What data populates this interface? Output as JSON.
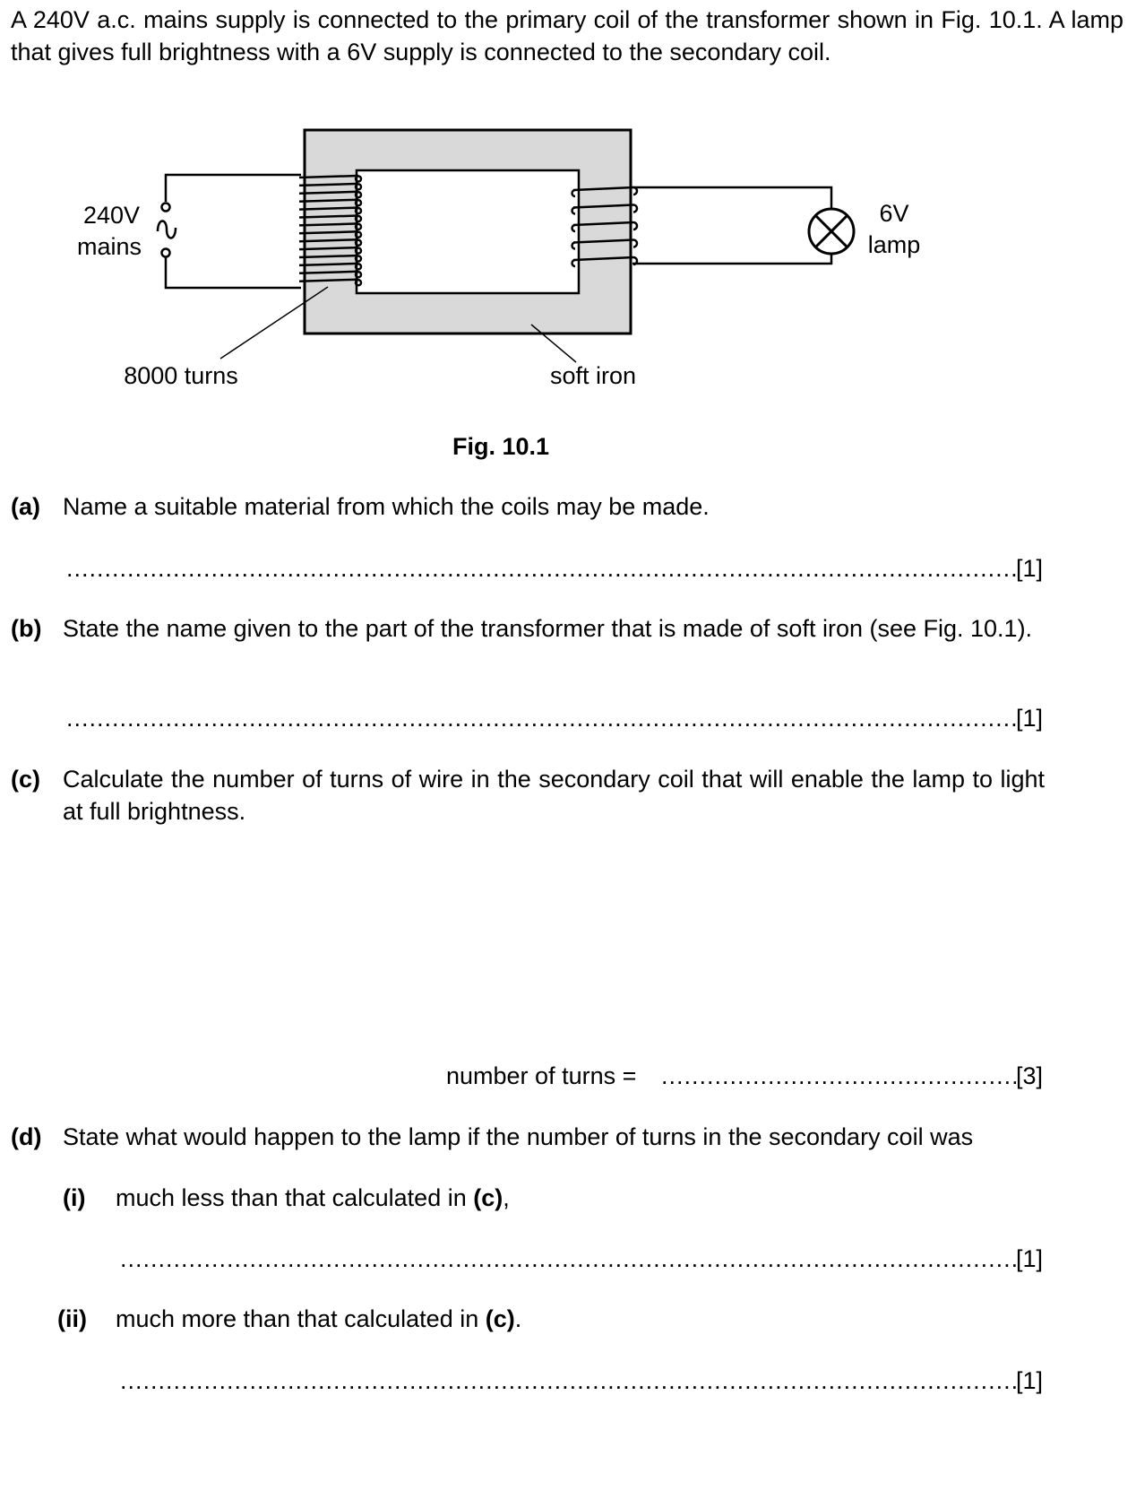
{
  "intro": "A 240V a.c. mains supply is connected to the primary coil of the transformer shown in Fig. 10.1. A lamp that gives full brightness with a 6V supply is connected to the secondary coil.",
  "figure": {
    "mains_voltage": "240V",
    "mains_word": "mains",
    "lamp_voltage": "6V",
    "lamp_word": "lamp",
    "turns_label": "8000 turns",
    "core_label": "soft iron",
    "caption": "Fig. 10.1",
    "core_color": "#d9d9d9"
  },
  "questions": {
    "a": {
      "label": "(a)",
      "text": "Name a suitable material from which the coils may be made.",
      "marks": "[1]"
    },
    "b": {
      "label": "(b)",
      "text": "State the name given to the part of the transformer that is made of soft iron (see Fig. 10.1).",
      "marks": "[1]"
    },
    "c": {
      "label": "(c)",
      "text": "Calculate the number of turns of wire in the secondary coil that will enable the lamp to light at full brightness.",
      "answer_label": "number of turns =",
      "marks": "[3]"
    },
    "d": {
      "label": "(d)",
      "text": "State what would happen to the lamp if the number of turns in the secondary coil was",
      "parts": [
        {
          "label": "(i)",
          "text": "much less than that calculated in",
          "ref": "(c)",
          "end": ",",
          "marks": "[1]"
        },
        {
          "label": "(ii)",
          "text": "much more than that calculated in",
          "ref": "(c)",
          "end": ".",
          "marks": "[1]"
        }
      ]
    }
  }
}
